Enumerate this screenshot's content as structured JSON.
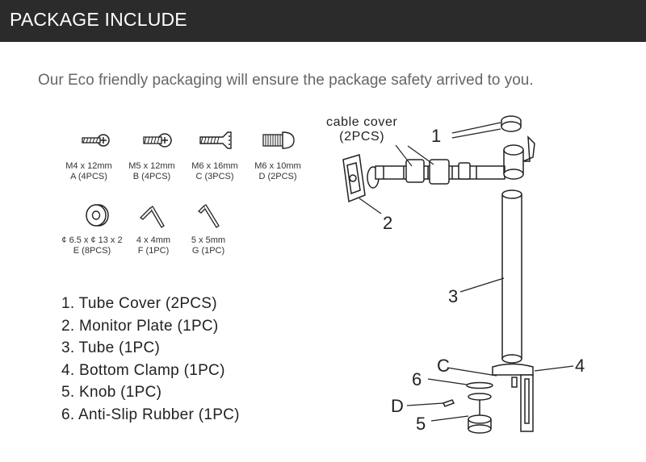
{
  "header": {
    "title": "PACKAGE INCLUDE"
  },
  "tagline": "Our Eco friendly packaging will ensure the package safety arrived to you.",
  "hardware": [
    {
      "size": "M4 x 12mm",
      "qty": "A (4PCS)",
      "icon": "phillips-screw-icon"
    },
    {
      "size": "M5 x 12mm",
      "qty": "B (4PCS)",
      "icon": "phillips-screw-icon"
    },
    {
      "size": "M6 x 16mm",
      "qty": "C (3PCS)",
      "icon": "flat-head-screw-icon"
    },
    {
      "size": "M6 x 10mm",
      "qty": "D (2PCS)",
      "icon": "button-head-screw-icon"
    },
    {
      "size": "¢ 6.5 x ¢ 13 x 2",
      "qty": "E (8PCS)",
      "icon": "washer-icon"
    },
    {
      "size": "4 x 4mm",
      "qty": "F (1PC)",
      "icon": "hex-key-icon"
    },
    {
      "size": "5 x 5mm",
      "qty": "G (1PC)",
      "icon": "hex-key-icon"
    }
  ],
  "parts_list": [
    "1. Tube Cover (2PCS)",
    "2. Monitor Plate (1PC)",
    "3. Tube (1PC)",
    "4. Bottom Clamp (1PC)",
    "5. Knob (1PC)",
    "6. Anti-Slip Rubber (1PC)"
  ],
  "diagram": {
    "cable_cover": "cable cover",
    "cable_cover_qty": "(2PCS)",
    "callouts": [
      "1",
      "2",
      "3",
      "4",
      "5",
      "6",
      "C",
      "D"
    ]
  }
}
